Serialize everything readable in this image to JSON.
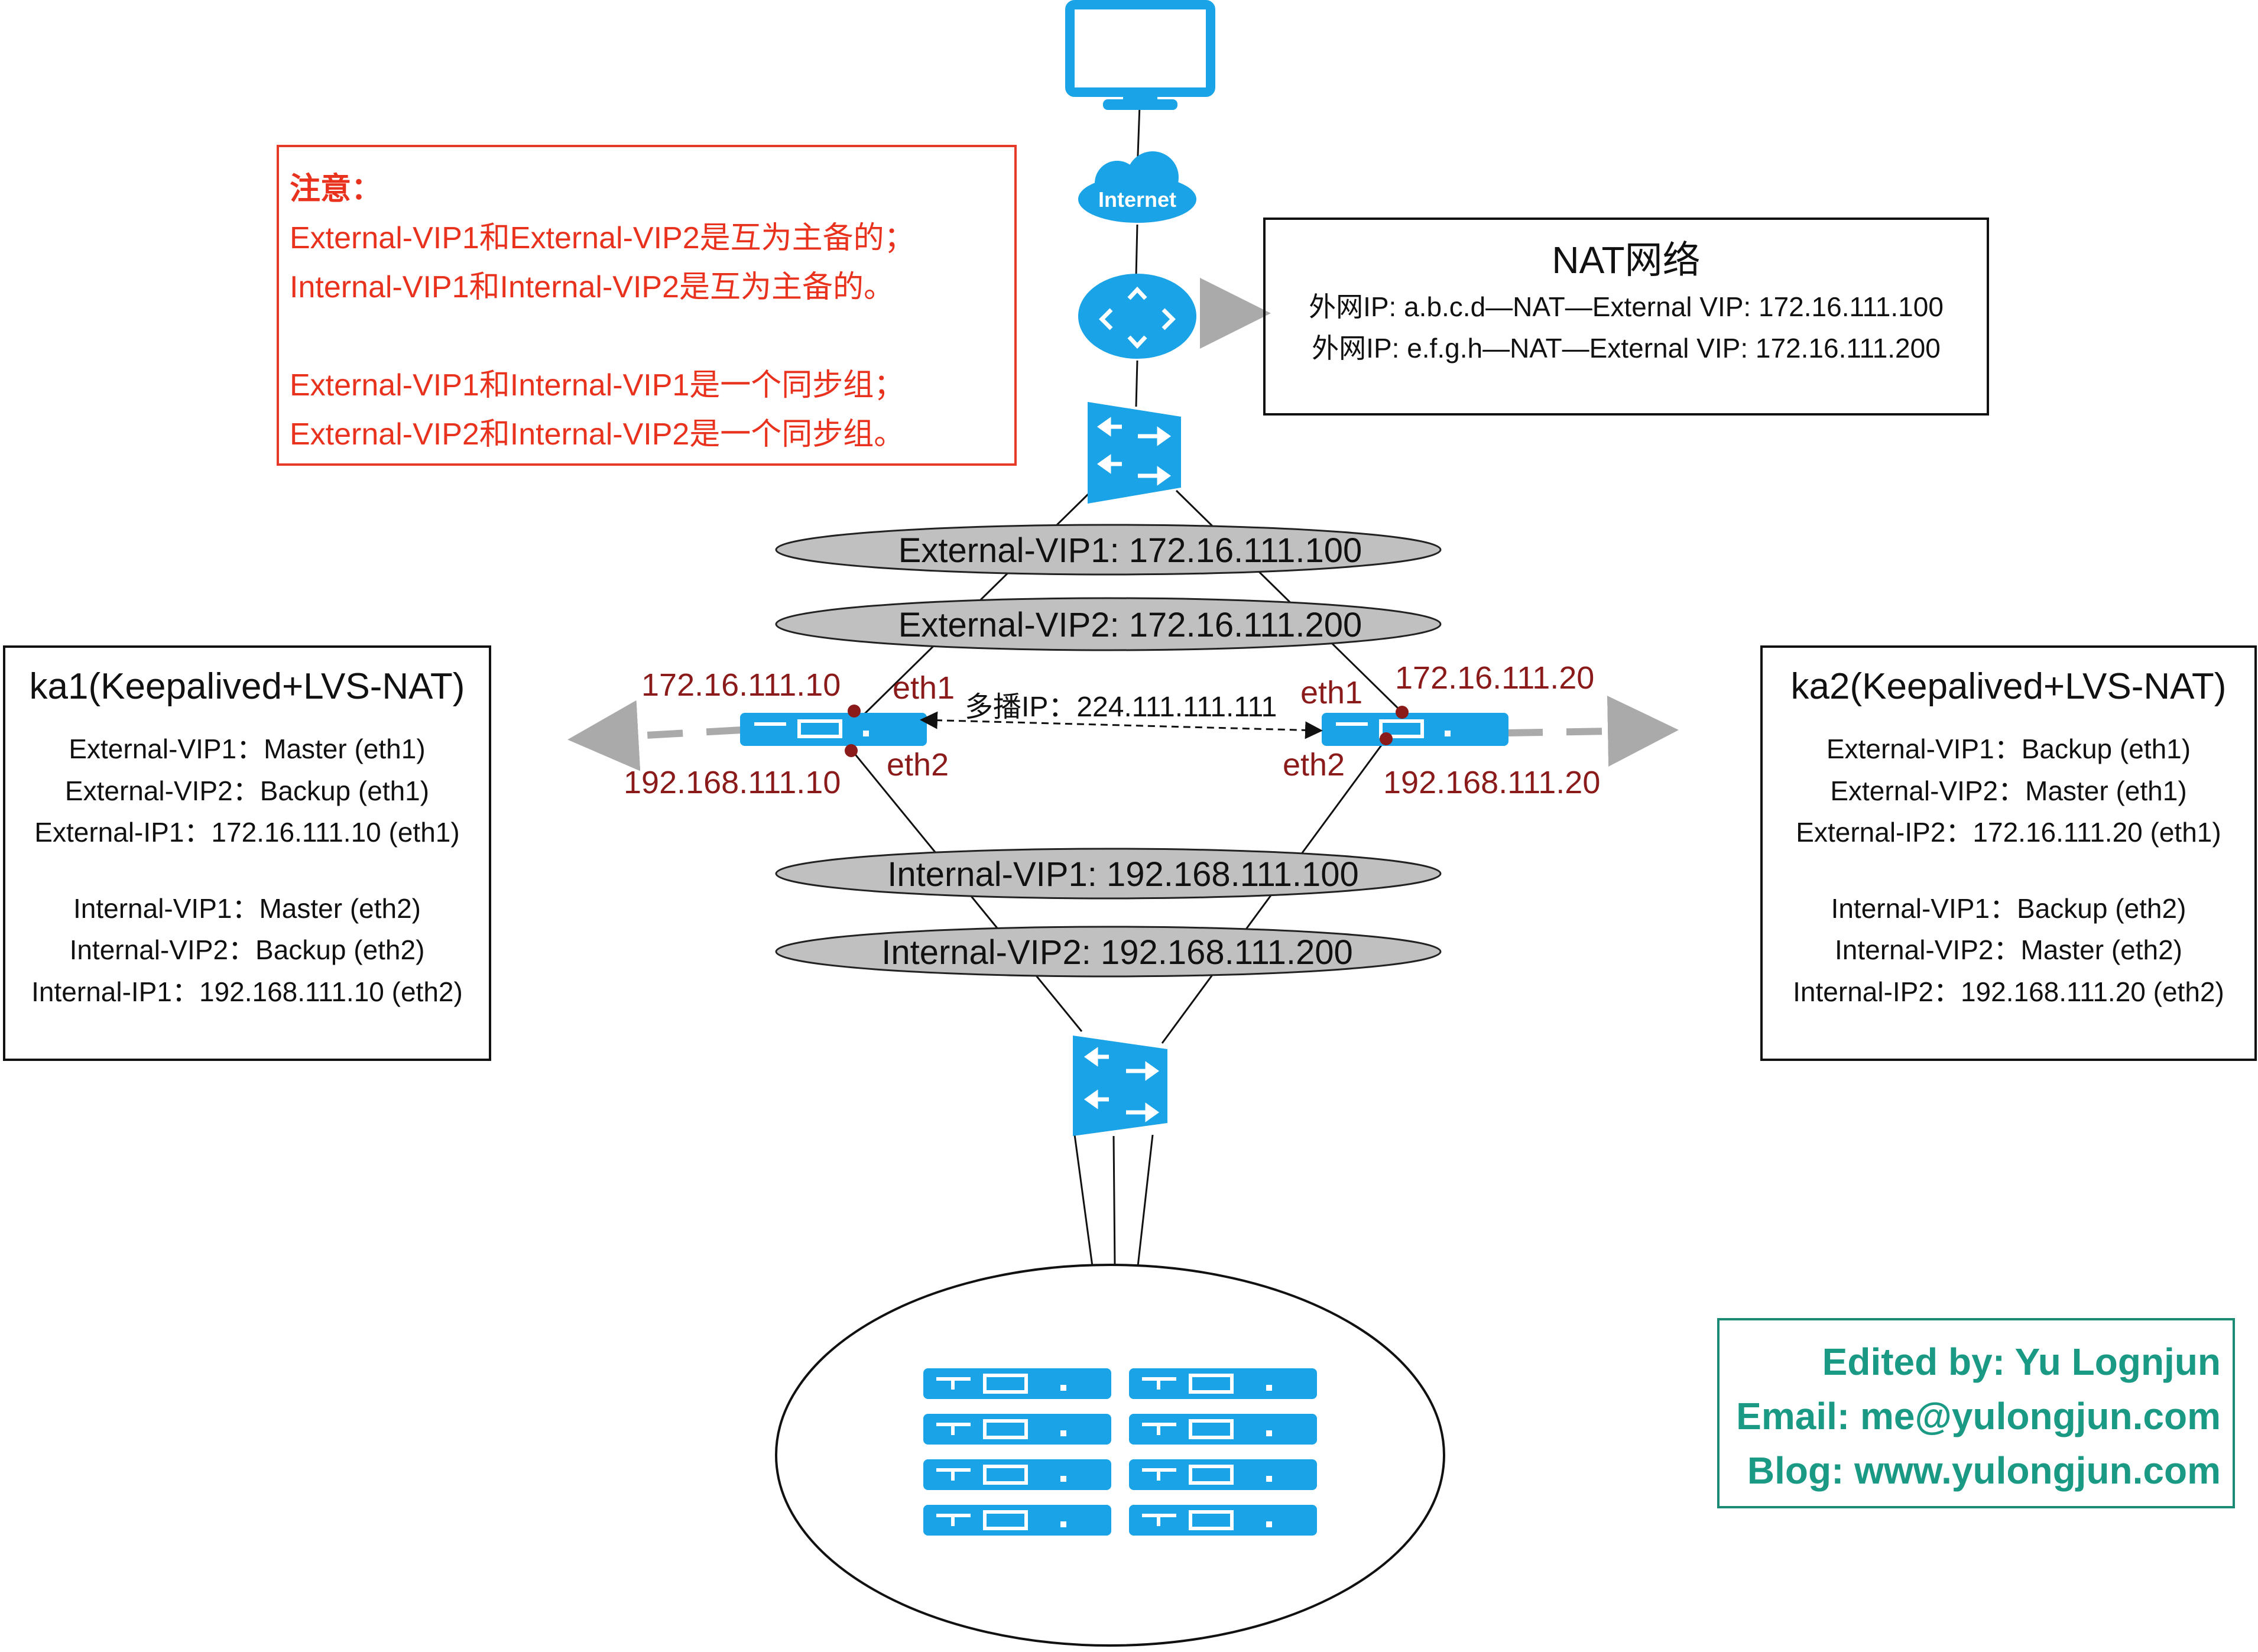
{
  "note": {
    "title": "注意：",
    "lines": [
      "External-VIP1和External-VIP2是互为主备的；",
      "Internal-VIP1和Internal-VIP2是互为主备的。",
      "External-VIP1和Internal-VIP1是一个同步组；",
      "External-VIP2和Internal-VIP2是一个同步组。"
    ]
  },
  "nat": {
    "title": "NAT网络",
    "lines": [
      "外网IP: a.b.c.d—NAT—External VIP: 172.16.111.100",
      "外网IP: e.f.g.h—NAT—External VIP: 172.16.111.200"
    ]
  },
  "internet_label": "Internet",
  "vips": {
    "external1": "External-VIP1: 172.16.111.100",
    "external2": "External-VIP2: 172.16.111.200",
    "internal1": "Internal-VIP1: 192.168.111.100",
    "internal2": "Internal-VIP2: 192.168.111.200"
  },
  "ka1": {
    "title": "ka1(Keepalived+LVS-NAT)",
    "ip_eth1": "172.16.111.10",
    "ip_eth2": "192.168.111.10",
    "eth1": "eth1",
    "eth2": "eth2",
    "external": [
      "External-VIP1：Master (eth1)",
      "External-VIP2：Backup (eth1)",
      "External-IP1：172.16.111.10 (eth1)"
    ],
    "internal": [
      "Internal-VIP1：Master (eth2)",
      "Internal-VIP2：Backup (eth2)",
      "Internal-IP1：192.168.111.10 (eth2)"
    ]
  },
  "ka2": {
    "title": "ka2(Keepalived+LVS-NAT)",
    "ip_eth1": "172.16.111.20",
    "ip_eth2": "192.168.111.20",
    "eth1": "eth1",
    "eth2": "eth2",
    "external": [
      "External-VIP1：Backup (eth1)",
      "External-VIP2：Master (eth1)",
      "External-IP2：172.16.111.20 (eth1)"
    ],
    "internal": [
      "Internal-VIP1：Backup (eth2)",
      "Internal-VIP2：Master (eth2)",
      "Internal-IP2：192.168.111.20 (eth2)"
    ]
  },
  "multicast": "多播IP：224.111.111.111",
  "credits": [
    "Edited by: Yu Lognjun",
    "Email: me@yulongjun.com",
    "Blog: www.yulongjun.com"
  ],
  "colors": {
    "device_blue": "#1aa3e6",
    "ellipse_gray": "#c0c0c0",
    "ip_red": "#8b1a1a",
    "note_red": "#e8321e",
    "credit_teal": "#1a9a84"
  }
}
